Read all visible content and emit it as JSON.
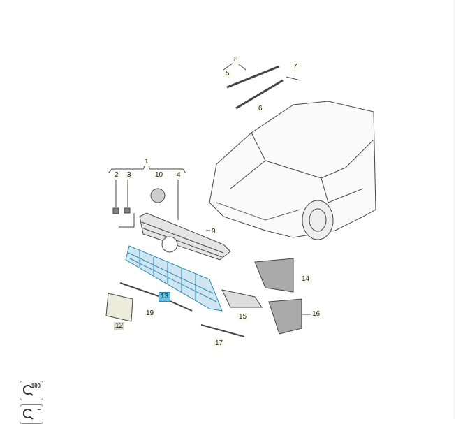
{
  "diagram": {
    "labels": {
      "l1": "1",
      "l2": "2",
      "l3": "3",
      "l4": "4",
      "l5": "5",
      "l6": "6",
      "l7": "7",
      "l8": "8",
      "l9": "9",
      "l10": "10",
      "l12": "12",
      "l13": "13",
      "l14": "14",
      "l15": "15",
      "l16": "16",
      "l17": "17",
      "l19": "19"
    },
    "selected_part": "13"
  },
  "toolbar": {
    "zoom_100_label": "100",
    "zoom_out_label": "−"
  }
}
